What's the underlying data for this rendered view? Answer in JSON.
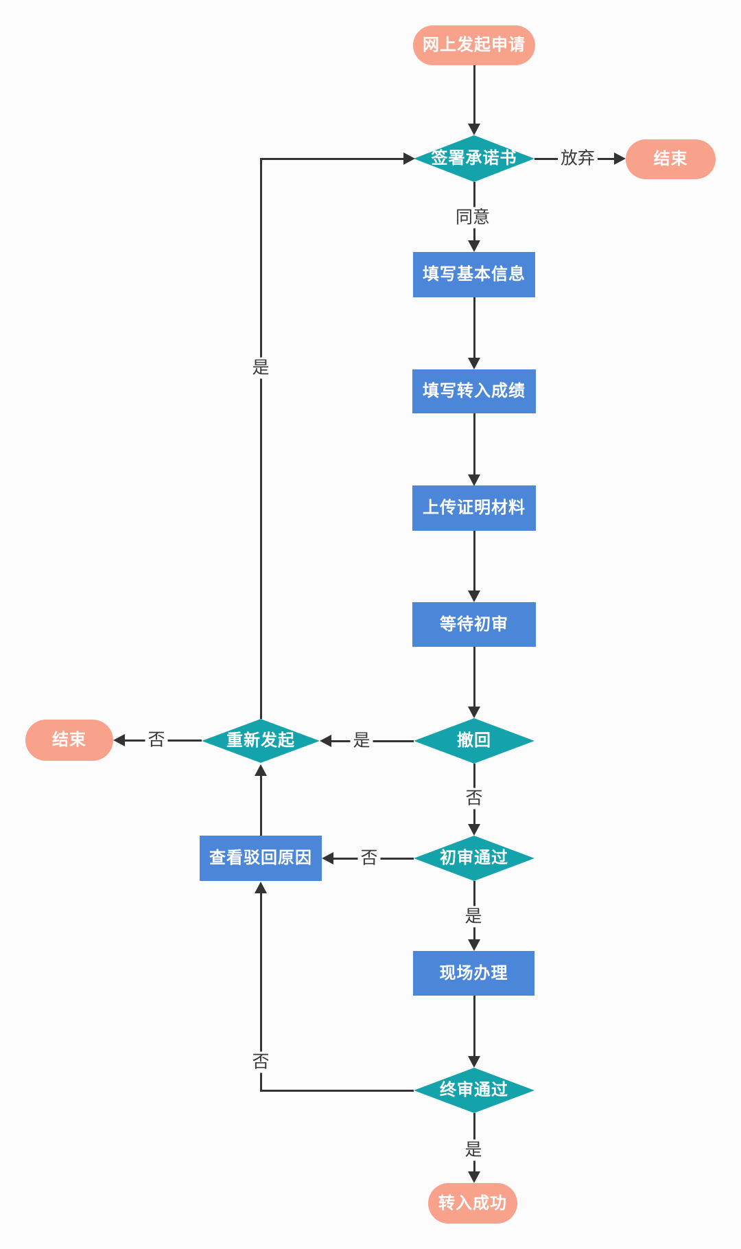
{
  "flowchart": {
    "nodes": {
      "start": {
        "label": "网上发起申请",
        "type": "terminal"
      },
      "sign": {
        "label": "签署承诺书",
        "type": "decision"
      },
      "end_right": {
        "label": "结束",
        "type": "terminal"
      },
      "fill_info": {
        "label": "填写基本信息",
        "type": "process"
      },
      "fill_scores": {
        "label": "填写转入成绩",
        "type": "process"
      },
      "upload": {
        "label": "上传证明材料",
        "type": "process"
      },
      "wait_review": {
        "label": "等待初审",
        "type": "process"
      },
      "withdraw": {
        "label": "撤回",
        "type": "decision"
      },
      "reinitiate": {
        "label": "重新发起",
        "type": "decision"
      },
      "end_left": {
        "label": "结束",
        "type": "terminal"
      },
      "initial_review": {
        "label": "初审通过",
        "type": "decision"
      },
      "view_reason": {
        "label": "查看驳回原因",
        "type": "process"
      },
      "onsite": {
        "label": "现场办理",
        "type": "process"
      },
      "final_review": {
        "label": "终审通过",
        "type": "decision"
      },
      "success": {
        "label": "转入成功",
        "type": "terminal"
      }
    },
    "edge_labels": {
      "give_up": "放弃",
      "agree": "同意",
      "withdraw_yes": "是",
      "reinitiate_no": "否",
      "withdraw_no": "否",
      "initial_review_no": "否",
      "initial_review_yes": "是",
      "reinitiate_yes": "是",
      "final_review_no": "否",
      "final_review_yes": "是"
    },
    "colors": {
      "terminal_fill": "#F8A28B",
      "decision_fill": "#14A2AB",
      "process_fill": "#4C86D8",
      "line": "#333333",
      "node_text": "#FFFFFF",
      "label_text": "#383838",
      "background": "#FCFCFC"
    }
  }
}
